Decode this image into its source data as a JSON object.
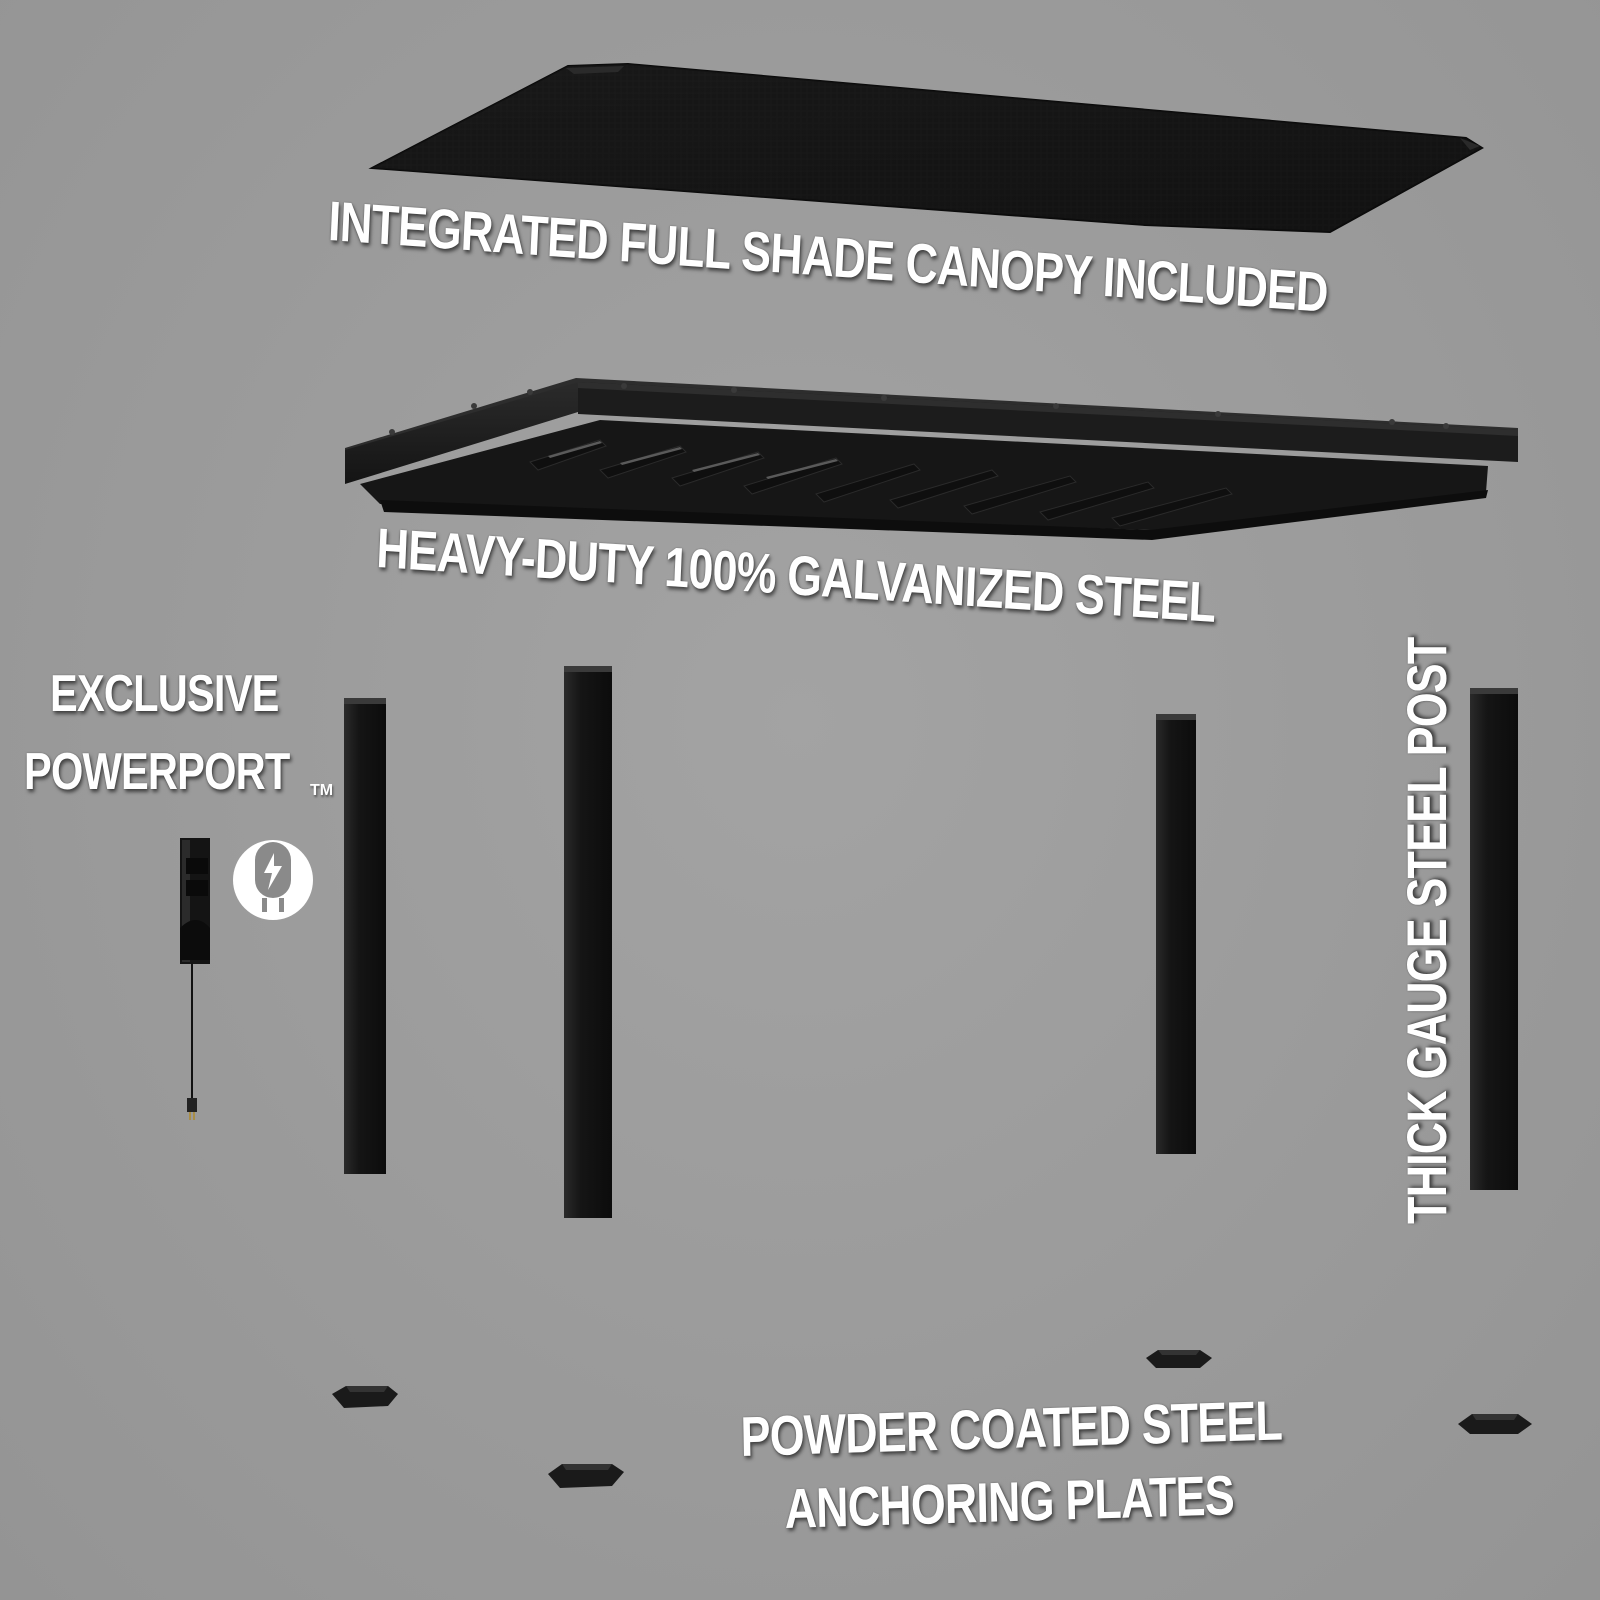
{
  "labels": {
    "canopy": "INTEGRATED FULL SHADE CANOPY INCLUDED",
    "steel": "HEAVY-DUTY 100% GALVANIZED STEEL",
    "exclusive": "EXCLUSIVE",
    "powerport": "POWERPORT",
    "trademark": "TM",
    "post": "THICK GAUGE STEEL POST",
    "powder": "POWDER COATED STEEL",
    "anchoring": "ANCHORING PLATES"
  },
  "icons": {
    "power": "power-plug-icon"
  },
  "colors": {
    "background": "#9b9b9b",
    "parts": "#1a1a1a",
    "text": "#ffffff"
  }
}
